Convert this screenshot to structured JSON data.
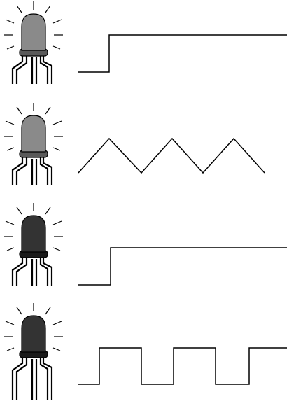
{
  "rows": [
    {
      "id": "row-1",
      "led": {
        "color_body": "#8a8a8a",
        "color_rim": "#5a5a5a",
        "icon": "led-icon"
      },
      "waveform": {
        "type": "step"
      }
    },
    {
      "id": "row-2",
      "led": {
        "color_body": "#8a8a8a",
        "color_rim": "#5a5a5a",
        "icon": "led-icon"
      },
      "waveform": {
        "type": "triangle",
        "cycles": 3
      }
    },
    {
      "id": "row-3",
      "led": {
        "color_body": "#333333",
        "color_rim": "#1a1a1a",
        "icon": "led-icon"
      },
      "waveform": {
        "type": "step"
      }
    },
    {
      "id": "row-4",
      "led": {
        "color_body": "#333333",
        "color_rim": "#1a1a1a",
        "icon": "led-icon"
      },
      "waveform": {
        "type": "square"
      }
    }
  ],
  "colors": {
    "stroke": "#000000",
    "background": "#ffffff"
  }
}
